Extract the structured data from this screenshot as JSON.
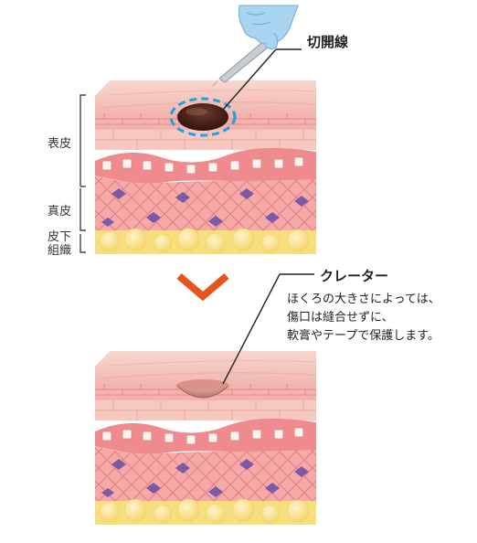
{
  "labels": {
    "incision_line": "切開線",
    "crater": "クレーター",
    "layer_epidermis": "表皮",
    "layer_dermis": "真皮",
    "layer_subcutis_line1": "皮下",
    "layer_subcutis_line2": "組織"
  },
  "note_lines": [
    "ほくろの大きさによっては、",
    "傷口は縫合せずに、",
    "軟膏やテープで保護します。"
  ],
  "colors": {
    "epidermis_top": "#f6c9c2",
    "skin_pink": "#f2a5a4",
    "dermis_pink": "#f5a6a6",
    "fat_yellow": "#f7df7e",
    "cell_purple": "#7b5aa8",
    "arrow_orange": "#e8541c",
    "glove_blue": "#a9d4ef",
    "incision_blue": "#1ea2e6",
    "mole_dark": "#3a1a14"
  },
  "icons": [
    "glove-hand-icon",
    "scalpel-icon",
    "down-chevron-icon"
  ]
}
